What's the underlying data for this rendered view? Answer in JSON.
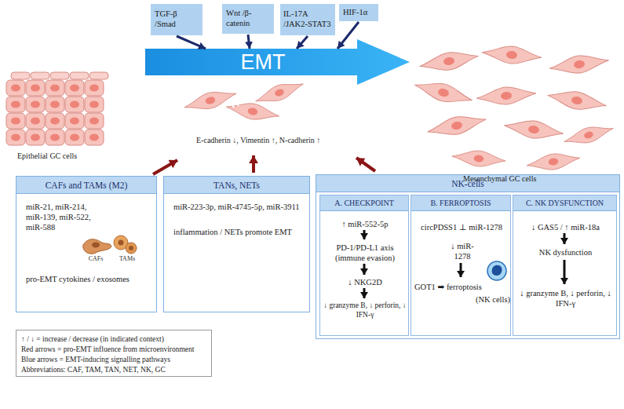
{
  "diagram": {
    "nodes": [
      {
        "text": [
          "TGF-β /Smad"
        ]
      },
      {
        "text": [
          "Wnt /β-catenin"
        ]
      },
      {
        "text": [
          "IL-17A /JAK2-STAT3"
        ]
      },
      {
        "text": [
          "HIF-1α"
        ]
      },
      {
        "text": [
          "EMT"
        ]
      },
      {
        "text": [
          "CAFs and TAMs (M2)",
          "miR-21, miR-214, miR-139, miR-522, miR-588",
          "CAFs",
          "TAMs",
          "pro-EMT cytokines / exosomes"
        ]
      },
      {
        "text": [
          "TANs, NETs",
          "miR-223-3p, miR-4745-5p, miR-3911",
          "inflammation / NETs promote EMT"
        ]
      },
      {
        "text": [
          "NK-cells"
        ]
      },
      {
        "text": [
          "A. CHECKPOINT",
          "↑ miR-552-5p",
          "PD-1/PD-L1 axis (immune evasion)",
          "↓ NKG2D",
          "↓ granzyme B, ↓ perforin, ↓ IFN-γ"
        ],
        "in": 7
      },
      {
        "text": [
          "B. FERROPTOSIS",
          "circPDSS1 ⊥ miR-1278",
          "↓ miR-1278",
          "GOT1 ➡ ferroptosis",
          "(NK cells)"
        ],
        "in": 7
      },
      {
        "text": [
          "C. NK DYSFUNCTION",
          "↓ GAS5 / ↑ miR-18a",
          "NK dysfunction",
          "↓ granzyme B, ↓ perforin, ↓ IFN-γ"
        ],
        "in": 7
      },
      {
        "text": [
          "↑ / ↓ = increase / decrease (in indicated context)",
          "Red arrows = pro-EMT influence from microenvironment",
          "Blue arrows = EMT-inducing signalling pathways",
          "Abbreviations: CAF, TAM, TAN, NET, NK, GC"
        ]
      }
    ],
    "edges": [
      {
        "from": 0,
        "to": 4,
        "arrow": "to"
      },
      {
        "from": 1,
        "to": 4,
        "arrow": "to"
      },
      {
        "from": 2,
        "to": 4,
        "arrow": "to"
      },
      {
        "from": 3,
        "to": 4,
        "arrow": "to"
      }
    ],
    "labels": [
      "Epithelial GC cells",
      "E-cadherin ↓, Vimentin ↑, N-cadherin ↑",
      "Mesenchymal GC cells"
    ]
  }
}
